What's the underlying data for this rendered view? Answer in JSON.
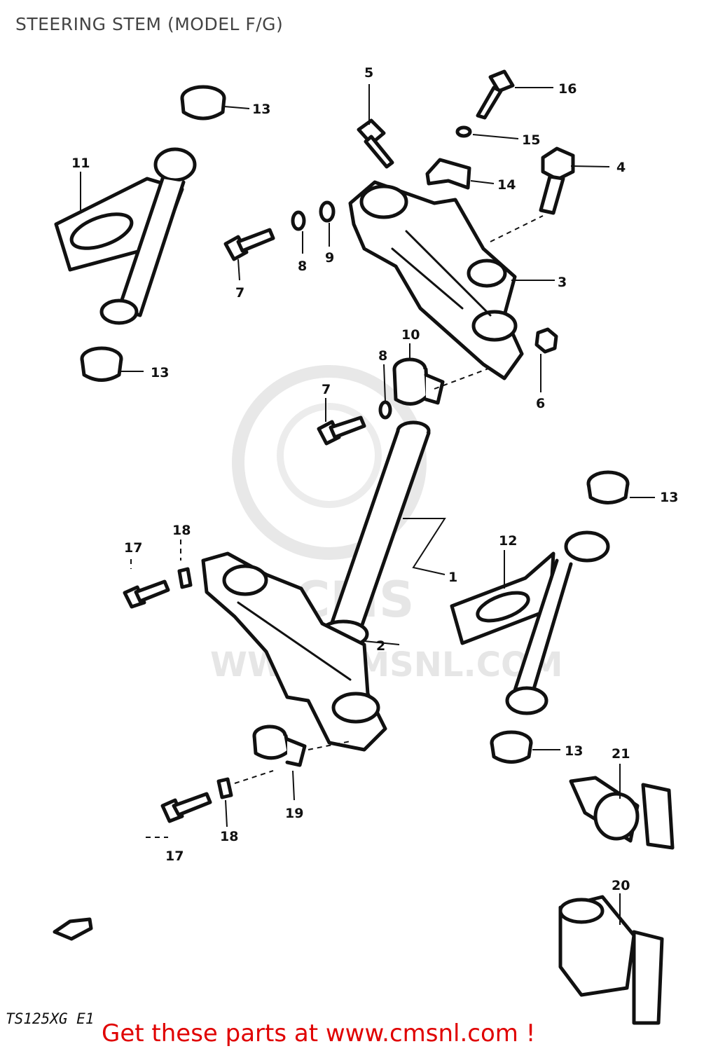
{
  "title": "STEERING STEM (MODEL F/G)",
  "model_code": "TS125XG E1",
  "promo": "Get these parts at www.cmsnl.com !",
  "watermark": "WWW.CMSNL.COM",
  "watermark_logo": "CMS",
  "callouts": {
    "c1": "1",
    "c2": "2",
    "c3": "3",
    "c4": "4",
    "c5": "5",
    "c6": "6",
    "c7a": "7",
    "c7b": "7",
    "c8a": "8",
    "c8b": "8",
    "c9": "9",
    "c10": "10",
    "c11": "11",
    "c12": "12",
    "c13a": "13",
    "c13b": "13",
    "c13c": "13",
    "c13d": "13",
    "c14": "14",
    "c15": "15",
    "c16": "16",
    "c17a": "17",
    "c17b": "17",
    "c18a": "18",
    "c18b": "18",
    "c19": "19",
    "c20": "20",
    "c21": "21"
  },
  "colors": {
    "promo": "#e00000",
    "ink": "#111111",
    "title": "#444444",
    "watermark": "#e6e6e6"
  }
}
